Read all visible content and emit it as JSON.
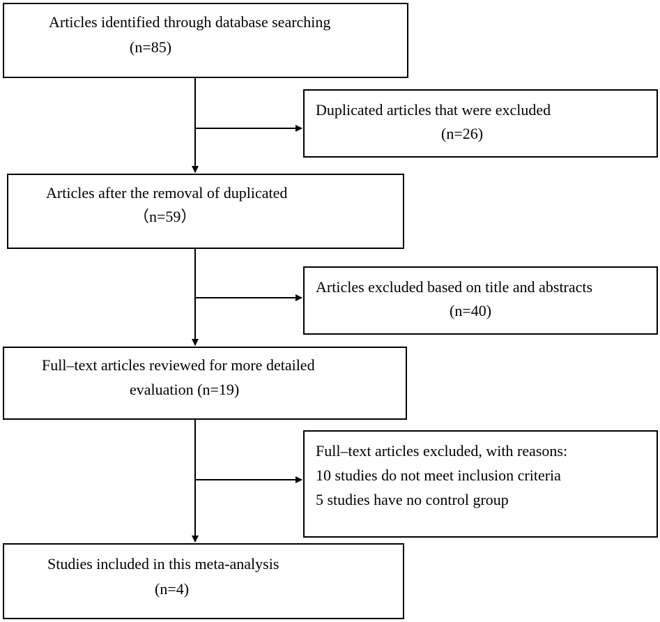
{
  "flow": {
    "box1": {
      "line1": "Articles identified through database searching",
      "line2": "(n=85)"
    },
    "box2": {
      "line1": "Duplicated articles that were excluded",
      "line2": "(n=26)"
    },
    "box3": {
      "line1": "Articles after the removal of duplicated",
      "line2": "（n=59）"
    },
    "box4": {
      "line1": "Articles excluded based on title and abstracts",
      "line2": "(n=40)"
    },
    "box5": {
      "line1": "Full–text articles reviewed for more detailed",
      "line2": "evaluation (n=19)"
    },
    "box6": {
      "line1": "Full–text articles excluded, with reasons:",
      "line2": "10 studies do not meet inclusion criteria",
      "line3": "5 studies have no control group"
    },
    "box7": {
      "line1": "Studies included in this meta-analysis",
      "line2": "(n=4)"
    }
  },
  "colors": {
    "stroke": "#000000",
    "background": "#ffffff"
  }
}
